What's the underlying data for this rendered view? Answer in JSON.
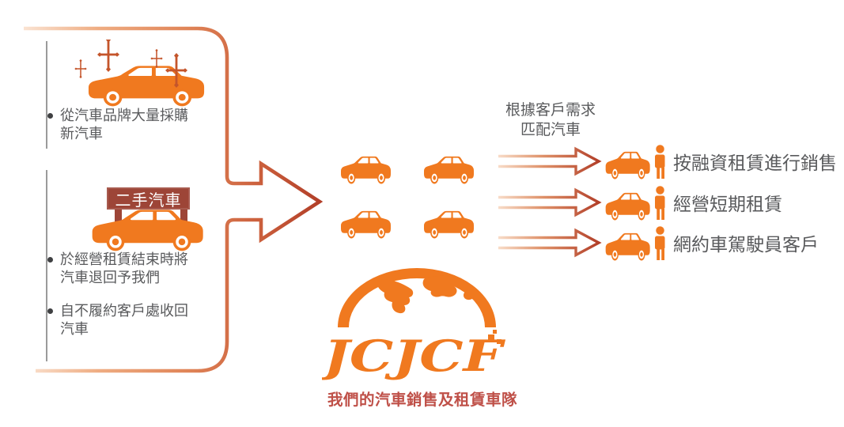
{
  "supply": {
    "new_car": {
      "icon": "sparkling-new-car-icon",
      "bullet": "從汽車品牌大量採購\n新汽車"
    },
    "used_car": {
      "icon": "used-car-sign-icon",
      "sign": "二手汽車",
      "bullets": [
        "於經營租賃結束時將\n汽車退回予我們",
        "自不履約客戶處收回\n汽車"
      ]
    }
  },
  "matching": {
    "note": "根據客戶需求\n匹配汽車"
  },
  "channels": [
    {
      "icon": "car-with-customer-icon",
      "label": "按融資租賃進行銷售"
    },
    {
      "icon": "car-with-customer-icon",
      "label": "經營短期租賃"
    },
    {
      "icon": "car-with-customer-icon",
      "label": "網約車駕駛員客戶"
    }
  ],
  "fleet": {
    "car_count": 4,
    "logo_letters": "JCJCF",
    "caption": "我們的汽車銷售及租賃車隊"
  },
  "colors": {
    "orange": "#F0791F",
    "arrow_dark": "#B23F29",
    "arrow_light": "#FAE3D2",
    "sign_red": "#9D4537",
    "sparkle_red": "#C4552B",
    "caption_red": "#BF5048",
    "text_gray": "#595A5C",
    "line_gray": "#9B9B9B"
  }
}
